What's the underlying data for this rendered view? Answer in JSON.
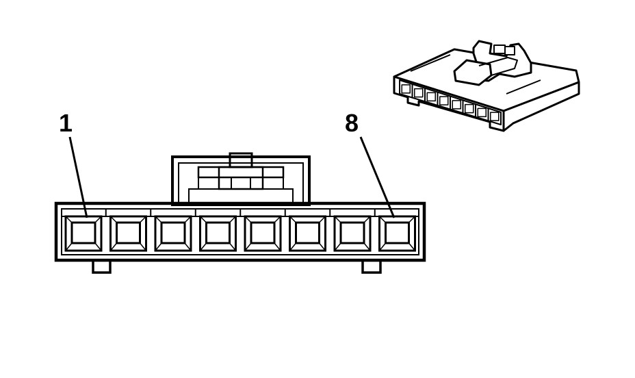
{
  "diagram": {
    "pin_labels": {
      "first": "1",
      "last": "8"
    },
    "cavity_count": 8,
    "colors": {
      "line": "#000000",
      "background": "#ffffff"
    }
  }
}
